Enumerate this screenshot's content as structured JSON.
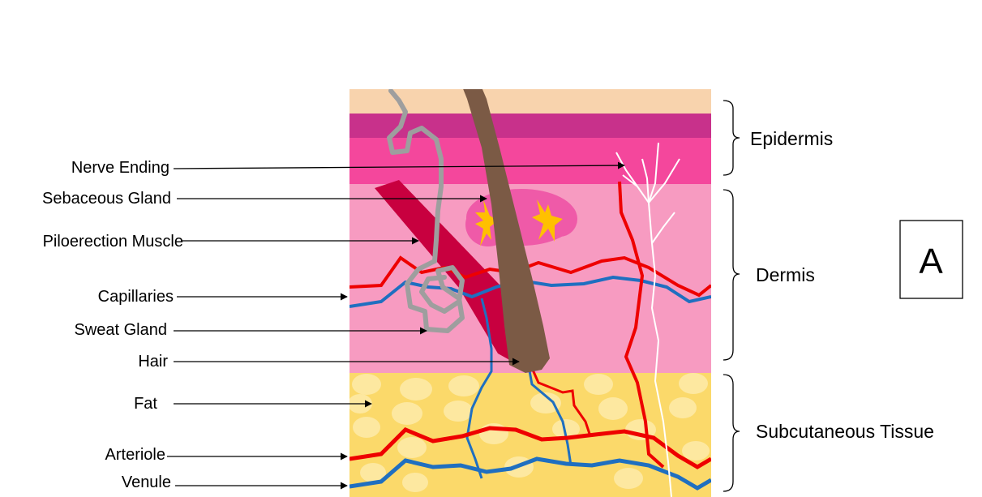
{
  "labels_left": [
    {
      "id": "nerve-ending",
      "text": "Nerve Ending"
    },
    {
      "id": "sebaceous-gland",
      "text": "Sebaceous Gland"
    },
    {
      "id": "piloerection-muscle",
      "text": "Piloerection Muscle"
    },
    {
      "id": "capillaries",
      "text": "Capillaries"
    },
    {
      "id": "sweat-gland",
      "text": "Sweat Gland"
    },
    {
      "id": "hair",
      "text": "Hair"
    },
    {
      "id": "fat",
      "text": "Fat"
    },
    {
      "id": "arteriole",
      "text": "Arteriole"
    },
    {
      "id": "venule",
      "text": "Venule"
    }
  ],
  "labels_right": [
    {
      "id": "epidermis",
      "text": "Epidermis"
    },
    {
      "id": "dermis",
      "text": "Dermis"
    },
    {
      "id": "subcutaneous-tissue",
      "text": "Subcutaneous Tissue"
    }
  ],
  "panel_letter": "A",
  "colors": {
    "stratum_top": "#f8d3ad",
    "epidermis_dark": "#c8318b",
    "epidermis": "#f4479c",
    "dermis": "#f79bc1",
    "subcutaneous": "#fbd96a",
    "fat_cell": "#fde8a0",
    "artery": "#ee0000",
    "vein": "#1f6fc0",
    "muscle": "#c8003f",
    "hair": "#7b5a45",
    "nerve": "#ffffff",
    "sweat_gland": "#9e9e9e",
    "sebaceous": "#ef5aa8",
    "sebaceous_inner": "#ffc000"
  }
}
